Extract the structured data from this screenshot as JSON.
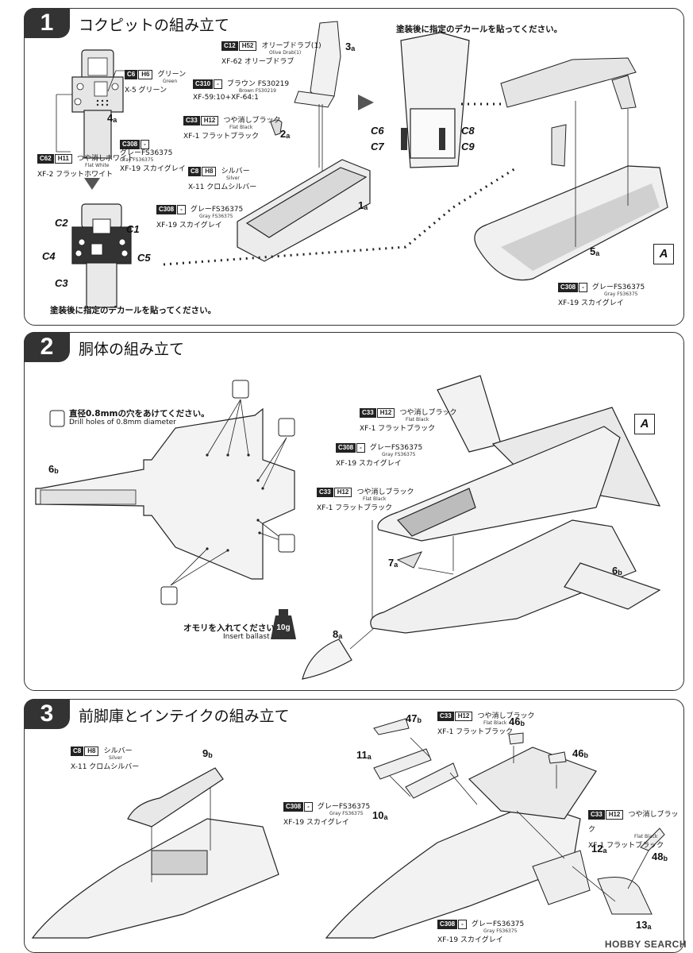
{
  "steps": [
    {
      "number": "1",
      "title": "コクピットの組み立て"
    },
    {
      "number": "2",
      "title": "胴体の組み立て"
    },
    {
      "number": "3",
      "title": "前脚庫とインテイクの組み立て"
    }
  ],
  "step1": {
    "paint_c6": {
      "code": "C6",
      "hcode": "H6",
      "jp": "グリーン",
      "en": "Green",
      "name": "X-5 グリーン"
    },
    "paint_c62": {
      "code": "C62",
      "hcode": "H11",
      "jp": "つや消しホワイト",
      "en": "Flat White",
      "name": "XF-2 フラットホワイト"
    },
    "paint_c308_a": {
      "code": "C308",
      "hcode": "-",
      "jp": "グレーFS36375",
      "en": "Gray FS36375",
      "name": "XF-19 スカイグレイ"
    },
    "paint_c12": {
      "code": "C12",
      "hcode": "H52",
      "jp": "オリーブドラブ(1)",
      "en": "Olive Drab(1)",
      "name": "XF-62 オリーブドラブ"
    },
    "paint_c310": {
      "code": "C310",
      "hcode": "-",
      "jp": "ブラウン FS30219",
      "en": "Brown FS30219",
      "name": "XF-59:10+XF-64:1"
    },
    "paint_c33": {
      "code": "C33",
      "hcode": "H12",
      "jp": "つや消しブラック",
      "en": "Flat Black",
      "name": "XF-1 フラットブラック"
    },
    "paint_c8": {
      "code": "C8",
      "hcode": "H8",
      "jp": "シルバー",
      "en": "Silver",
      "name": "X-11 クロムシルバー"
    },
    "paint_c308_b": {
      "code": "C308",
      "hcode": "-",
      "jp": "グレーFS36375",
      "en": "Gray FS36375",
      "name": "XF-19 スカイグレイ"
    },
    "paint_c308_c": {
      "code": "C308",
      "hcode": "-",
      "jp": "グレーFS36375",
      "en": "Gray FS36375",
      "name": "XF-19 スカイグレイ"
    },
    "note_decal_top": "塗装後に指定のデカールを貼ってください。",
    "note_decal_bottom": "塗装後に指定のデカールを貼ってください。",
    "parts": {
      "p4a": "4",
      "p4a_sub": "a",
      "p3a": "3",
      "p3a_sub": "a",
      "p2a": "2",
      "p2a_sub": "a",
      "p1a": "1",
      "p1a_sub": "a",
      "p5a": "5",
      "p5a_sub": "a"
    },
    "decals": [
      "C1",
      "C2",
      "C3",
      "C4",
      "C5",
      "C6",
      "C7",
      "C8",
      "C9"
    ],
    "ref_box": "A"
  },
  "step2": {
    "drill_jp": "直径0.8mmの穴をあけてください。",
    "drill_en": "Drill holes of 0.8mm diameter",
    "ballast_jp": "オモリを入れてください",
    "ballast_en": "Insert ballast",
    "weight": "10g",
    "paint_c33_a": {
      "code": "C33",
      "hcode": "H12",
      "jp": "つや消しブラック",
      "en": "Flat Black",
      "name": "XF-1 フラットブラック"
    },
    "paint_c308": {
      "code": "C308",
      "hcode": "-",
      "jp": "グレーFS36375",
      "en": "Gray FS36375",
      "name": "XF-19 スカイグレイ"
    },
    "paint_c33_b": {
      "code": "C33",
      "hcode": "H12",
      "jp": "つや消しブラック",
      "en": "Flat Black",
      "name": "XF-1 フラットブラック"
    },
    "parts": {
      "p6b": "6",
      "p6b_sub": "b",
      "p6b2": "6",
      "p6b2_sub": "b",
      "p7a": "7",
      "p7a_sub": "a",
      "p8a": "8",
      "p8a_sub": "a"
    },
    "ref_box": "A"
  },
  "step3": {
    "paint_c8": {
      "code": "C8",
      "hcode": "H8",
      "jp": "シルバー",
      "en": "Silver",
      "name": "X-11 クロムシルバー"
    },
    "paint_c33_a": {
      "code": "C33",
      "hcode": "H12",
      "jp": "つや消しブラック",
      "en": "Flat Black",
      "name": "XF-1 フラットブラック"
    },
    "paint_c308_a": {
      "code": "C308",
      "hcode": "-",
      "jp": "グレーFS36375",
      "en": "Gray FS36375",
      "name": "XF-19 スカイグレイ"
    },
    "paint_c33_b": {
      "code": "C33",
      "hcode": "H12",
      "jp": "つや消しブラック",
      "en": "Flat Black",
      "name": "XF-1 フラットブラック"
    },
    "paint_c308_b": {
      "code": "C308",
      "hcode": "-",
      "jp": "グレーFS36375",
      "en": "Gray FS36375",
      "name": "XF-19 スカイグレイ"
    },
    "parts": {
      "p9b": "9",
      "p9b_sub": "b",
      "p47b": "47",
      "p47b_sub": "b",
      "p11a": "11",
      "p11a_sub": "a",
      "p10a": "10",
      "p10a_sub": "a",
      "p46b": "46",
      "p46b_sub": "b",
      "p46b2": "46",
      "p46b2_sub": "b",
      "p12a": "12",
      "p12a_sub": "a",
      "p48b": "48",
      "p48b_sub": "b",
      "p13a": "13",
      "p13a_sub": "a"
    }
  },
  "watermark": "HOBBY SEARCH"
}
